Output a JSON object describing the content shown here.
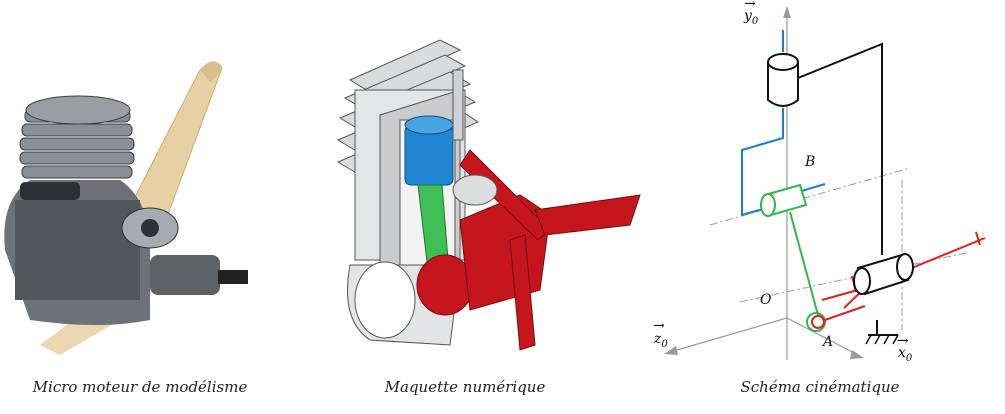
{
  "captions": {
    "photo": "Micro moteur de modélisme",
    "model": "Maquette numérique",
    "schema": "Schéma cinématique"
  },
  "schema_labels": {
    "y0": "y",
    "y0_sub": "0",
    "z0": "z",
    "z0_sub": "0",
    "x0": "x",
    "x0_sub": "0",
    "B": "B",
    "O": "O",
    "A": "A"
  },
  "colors": {
    "piston": "#1a7fd0",
    "rod": "#2db84a",
    "crank": "#e0201c",
    "frame": "#111111",
    "cad_red": "#c4161c",
    "cad_blue": "#1f86d4",
    "cad_green": "#3fbf56",
    "propeller": "#e8d2a6"
  },
  "icons": [
    "engine-photo",
    "cad-model",
    "kinematic-schema"
  ]
}
